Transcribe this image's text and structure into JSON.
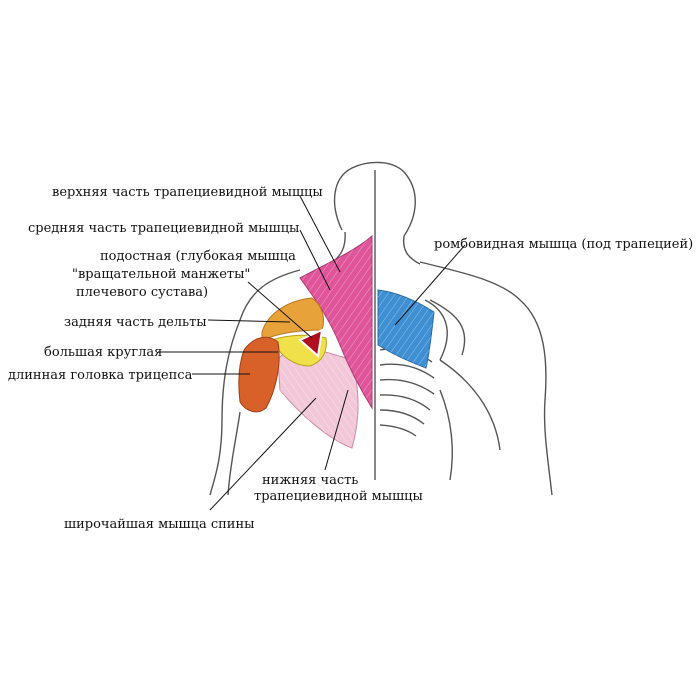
{
  "labels": {
    "upper_trapezius": "верхняя часть трапециевидной мышцы",
    "middle_trapezius": "средняя часть трапециевидной мышцы",
    "infraspinatus_1": "подостная (глубокая мышца",
    "infraspinatus_2": "\"вращательной манжеты\"",
    "infraspinatus_3": "плечевого сустава)",
    "rear_delt": "задняя часть дельты",
    "teres_major": "большая круглая",
    "triceps_long": "длинная головка трицепса",
    "lower_trapezius_1": "нижняя часть",
    "lower_trapezius_2": "трапециевидной мышцы",
    "latissimus": "широчайшая мышца спины",
    "rhomboid": "ромбовидная мышца (под трапецией)"
  },
  "colors": {
    "trapezius": "#e0559a",
    "rhomboid": "#3f8fd3",
    "delt": "#e8a23a",
    "teres": "#f0e04a",
    "triceps": "#d8612a",
    "infraspinatus": "#b0101e",
    "lats": "#f2c8d8",
    "outline": "#555555"
  }
}
